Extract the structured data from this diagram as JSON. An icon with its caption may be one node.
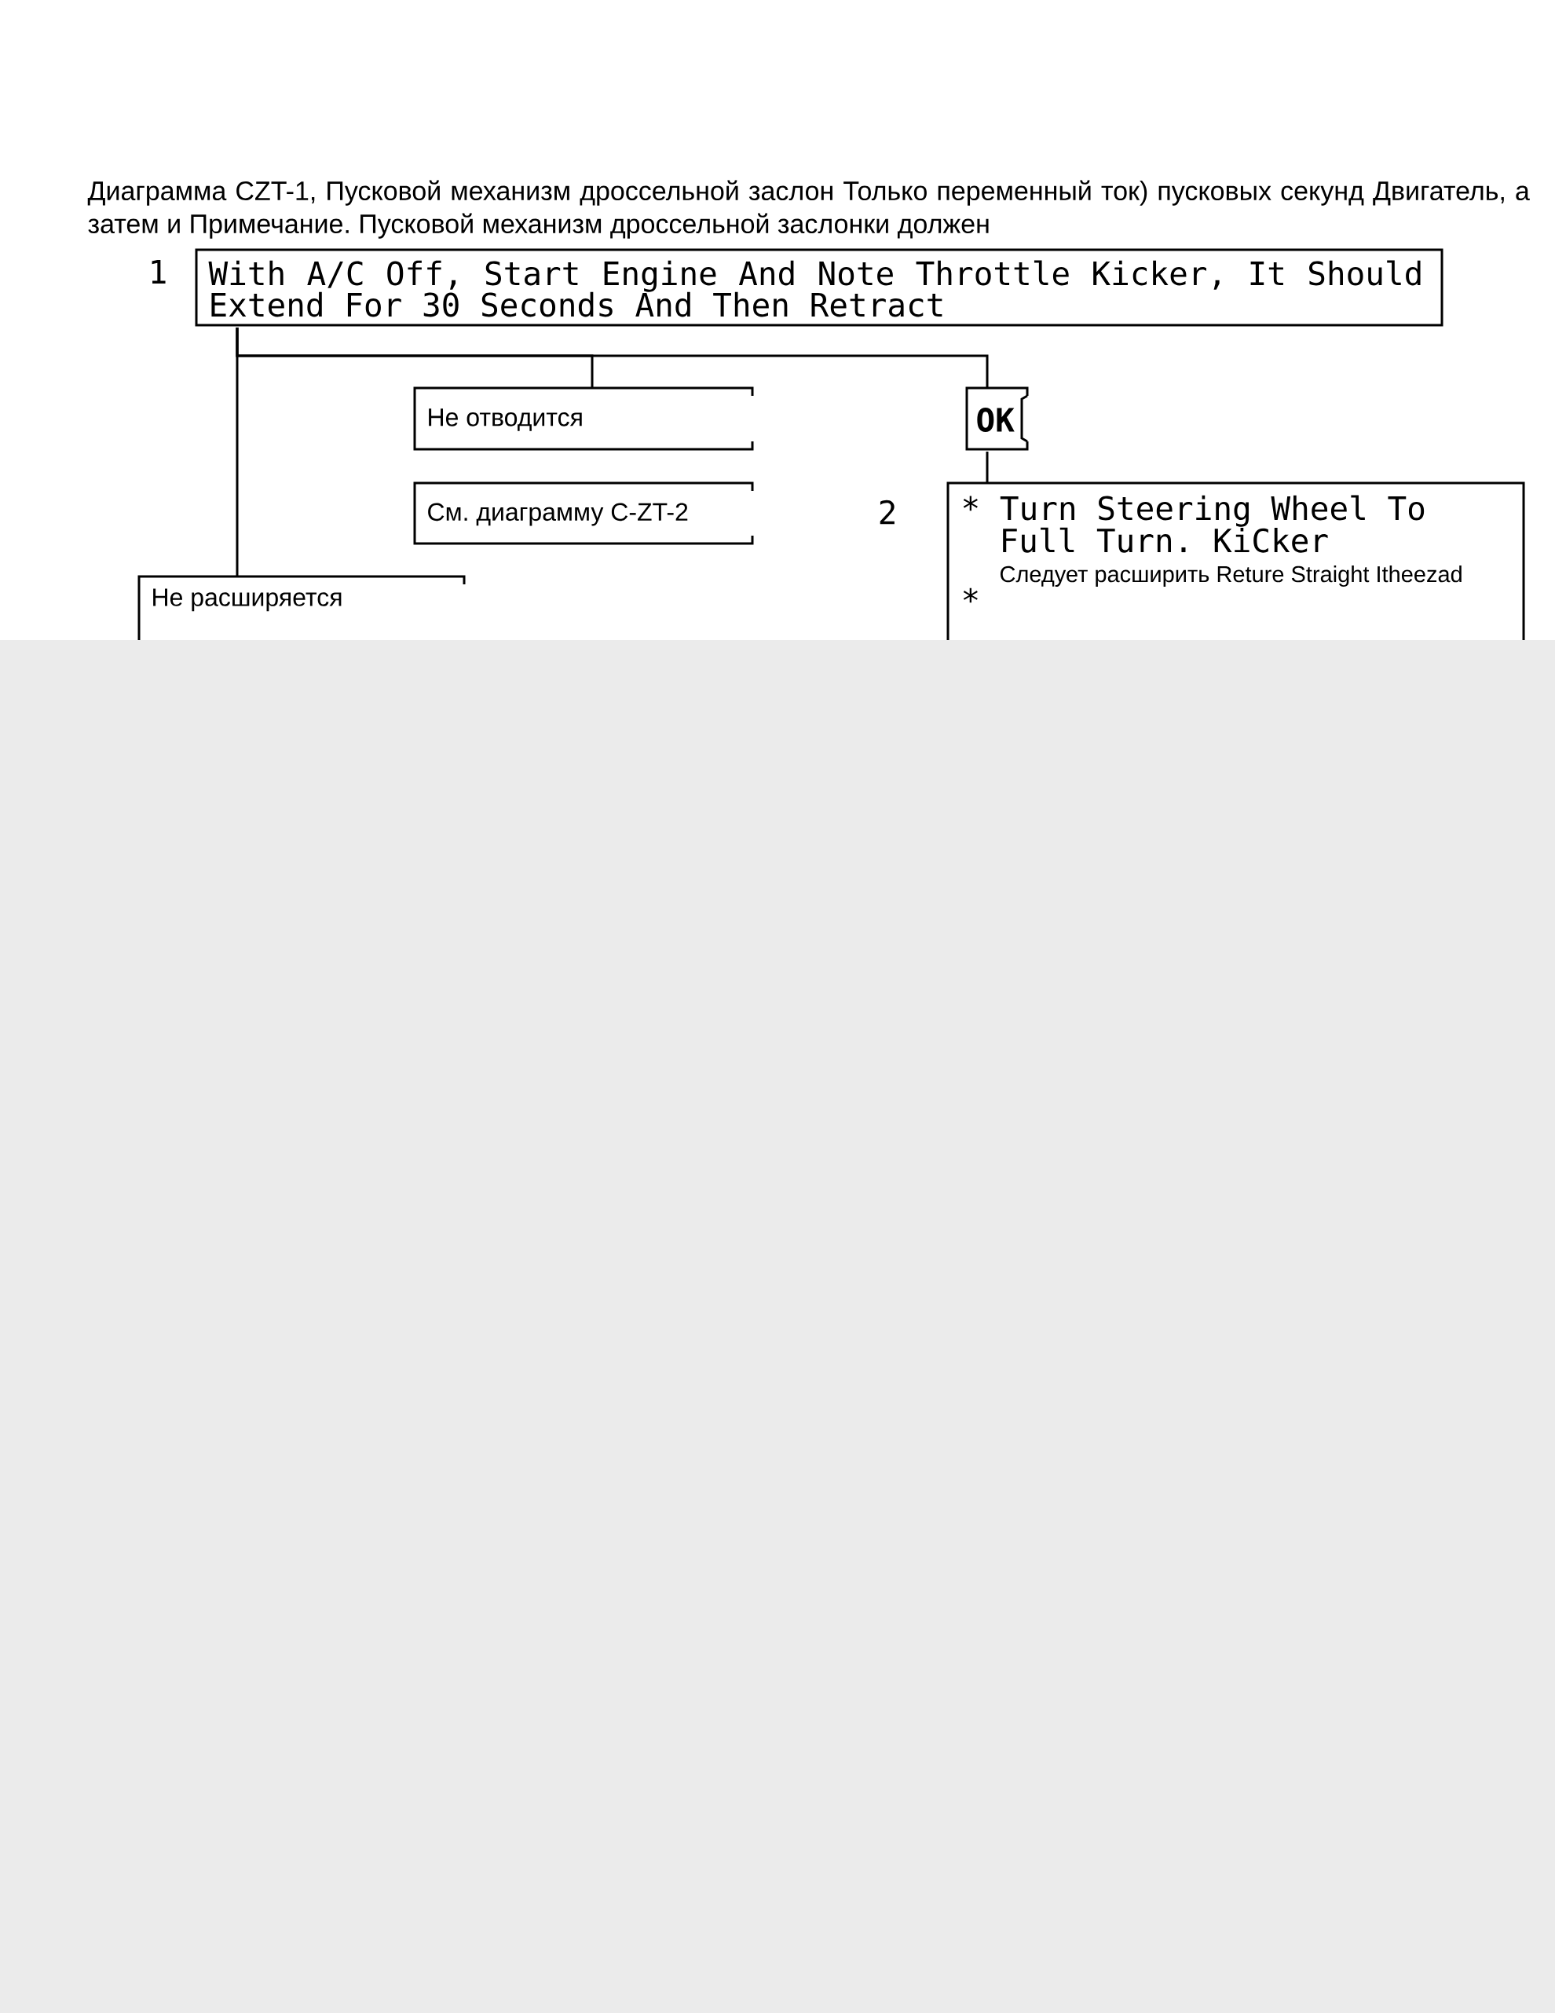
{
  "diagram": {
    "title": "Диаграмма CZT-1, Пусковой механизм дроссельной заслон Только переменный ток) пусковых секунд Двигатель, а затем и Примечание. Пусковой механизм дроссельной заслонки должен",
    "nodes": [
      {
        "text": [
          "With A/C Off, Start Engine And Note Throttle Kicker, It Should Extend For 30 Seconds And Then Retract"
        ]
      },
      {
        "text": [
          "Не отводится"
        ]
      },
      {
        "text": [
          "OK"
        ]
      },
      {
        "text": [
          "См. диаграмму C-ZT-2"
        ]
      },
      {
        "text": [
          "* Turn Steering Wheel To Full Turn. KiCker",
          "Следует расширить Reture Straight Itheezad",
          "*"
        ]
      },
      {
        "text": [
          "Не расширяется"
        ]
      }
    ],
    "edges": [
      {
        "from": 0,
        "to": 1,
        "arrow": "none"
      },
      {
        "from": 0,
        "to": 2,
        "arrow": "none"
      },
      {
        "from": 0,
        "to": 5,
        "arrow": "none"
      },
      {
        "from": 2,
        "to": 4,
        "arrow": "none"
      }
    ],
    "labels": [
      "1",
      "2"
    ]
  }
}
